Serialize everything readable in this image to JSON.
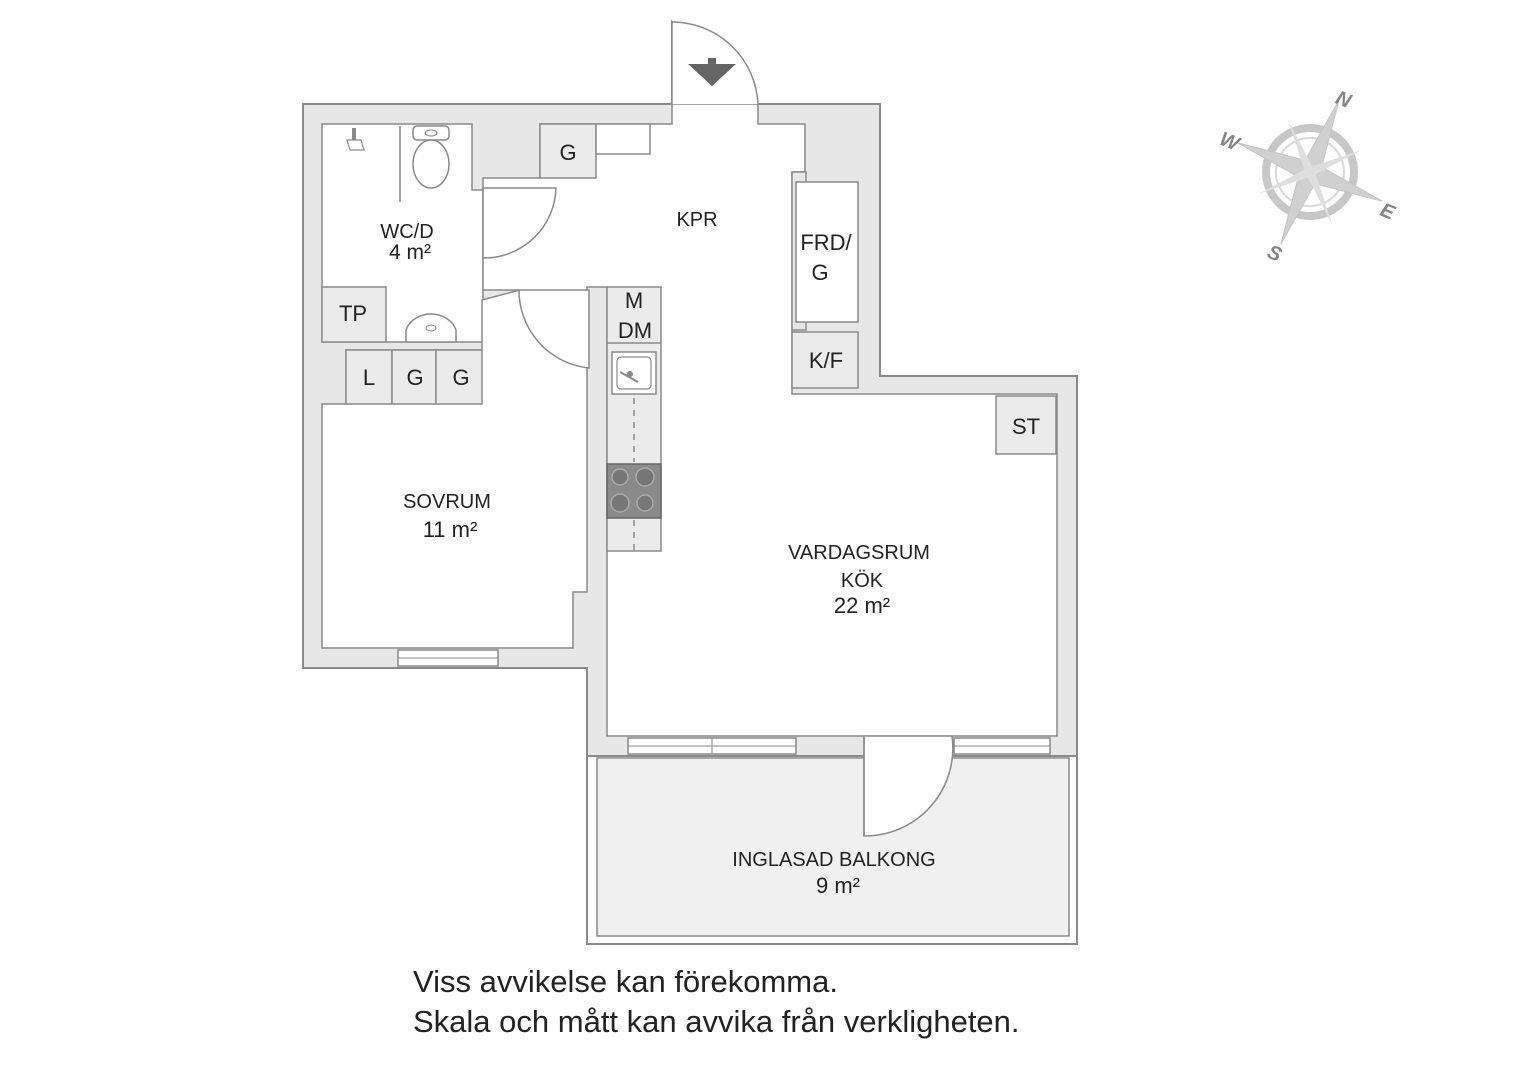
{
  "rooms": {
    "wc": {
      "name": "WC/D",
      "area": "4 m²"
    },
    "kpr": {
      "name": "KPR"
    },
    "sovrum": {
      "name": "SOVRUM",
      "area": "11 m²"
    },
    "vardagsrum": {
      "name": "VARDAGSRUM",
      "name2": "KÖK",
      "area": "22 m²"
    },
    "balkong": {
      "name": "INGLASAD BALKONG",
      "area": "9 m²"
    }
  },
  "fixtures": {
    "g_hall": "G",
    "frd_line1": "FRD/",
    "frd_line2": "G",
    "kf": "K/F",
    "tp": "TP",
    "l": "L",
    "g1": "G",
    "g2": "G",
    "m": "M",
    "dm": "DM",
    "st": "ST"
  },
  "compass": {
    "n": "N",
    "e": "E",
    "s": "S",
    "w": "W"
  },
  "colors": {
    "wall": "#e7e7e7",
    "wall_edge": "#8a8a8a",
    "text": "#222222"
  },
  "disclaimer": {
    "line1": "Viss avvikelse kan förekomma.",
    "line2": "Skala och mått kan avvika från verkligheten."
  }
}
